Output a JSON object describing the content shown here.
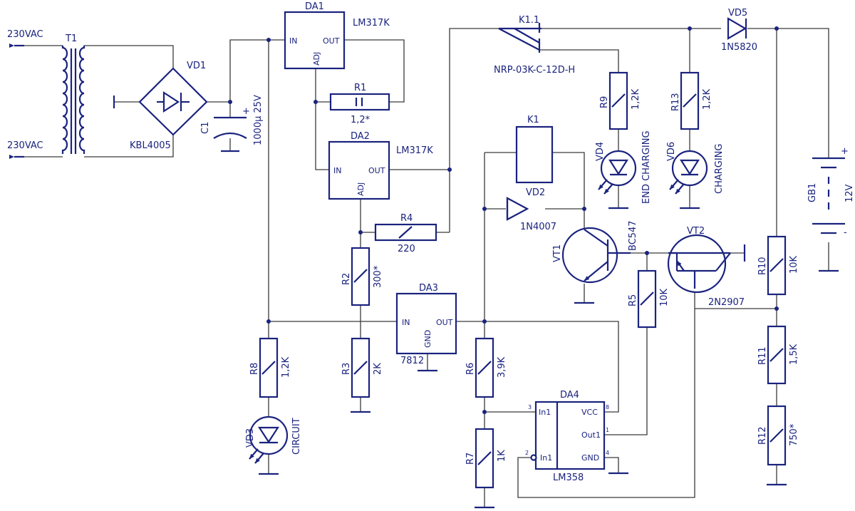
{
  "mains": {
    "top_label": "230VAC",
    "bottom_label": "230VAC"
  },
  "transformer": {
    "ref": "T1"
  },
  "bridge": {
    "ref": "VD1",
    "part": "KBL4005"
  },
  "c1": {
    "ref": "C1",
    "value": "1000μ 25V",
    "polarity": "+"
  },
  "da1": {
    "ref": "DA1",
    "part": "LM317K",
    "pin_in": "IN",
    "pin_out": "OUT",
    "pin_adj": "ADJ"
  },
  "da2": {
    "ref": "DA2",
    "part": "LM317K",
    "pin_in": "IN",
    "pin_out": "OUT",
    "pin_adj": "ADJ"
  },
  "da3": {
    "ref": "DA3",
    "part": "7812",
    "pin_in": "IN",
    "pin_out": "OUT",
    "pin_gnd": "GND"
  },
  "da4": {
    "ref": "DA4",
    "part": "LM358",
    "pin_in1p": "In1",
    "pin_in1m": "In1",
    "pin_vcc": "VCC",
    "pin_out1": "Out1",
    "pin_gnd": "GND",
    "pin_num_3": "3",
    "pin_num_2": "2",
    "pin_num_8": "8",
    "pin_num_1": "1",
    "pin_num_4": "4"
  },
  "r1": {
    "ref": "R1",
    "value": "1,2*"
  },
  "r2": {
    "ref": "R2",
    "value": "300*"
  },
  "r3": {
    "ref": "R3",
    "value": "2K"
  },
  "r4": {
    "ref": "R4",
    "value": "220"
  },
  "r5": {
    "ref": "R5",
    "value": "10K"
  },
  "r6": {
    "ref": "R6",
    "value": "3,9K"
  },
  "r7": {
    "ref": "R7",
    "value": "1K"
  },
  "r8": {
    "ref": "R8",
    "value": "1,2K"
  },
  "r9": {
    "ref": "R9",
    "value": "1,2K"
  },
  "r10": {
    "ref": "R10",
    "value": "10K"
  },
  "r11": {
    "ref": "R11",
    "value": "1,5K"
  },
  "r12": {
    "ref": "R12",
    "value": "750*"
  },
  "r13": {
    "ref": "R13",
    "value": "1,2K"
  },
  "relay_contact": {
    "ref": "K1.1",
    "part": "NRP-03K-C-12D-H"
  },
  "relay_coil": {
    "ref": "K1"
  },
  "vd2": {
    "ref": "VD2",
    "part": "1N4007"
  },
  "vd3": {
    "ref": "VD3",
    "label": "CIRCUIT"
  },
  "vd4": {
    "ref": "VD4",
    "label": "END CHARGING"
  },
  "vd5": {
    "ref": "VD5",
    "part": "1N5820"
  },
  "vd6": {
    "ref": "VD6",
    "label": "CHARGING"
  },
  "vt1": {
    "ref": "VT1",
    "part": "BC547"
  },
  "vt2": {
    "ref": "VT2",
    "part": "2N2907"
  },
  "battery": {
    "ref": "GB1",
    "voltage": "12V",
    "plus": "+",
    "minus": "-"
  },
  "colors": {
    "component": "#1a237e",
    "wire": "#3a3a3a",
    "background": "#ffffff"
  }
}
